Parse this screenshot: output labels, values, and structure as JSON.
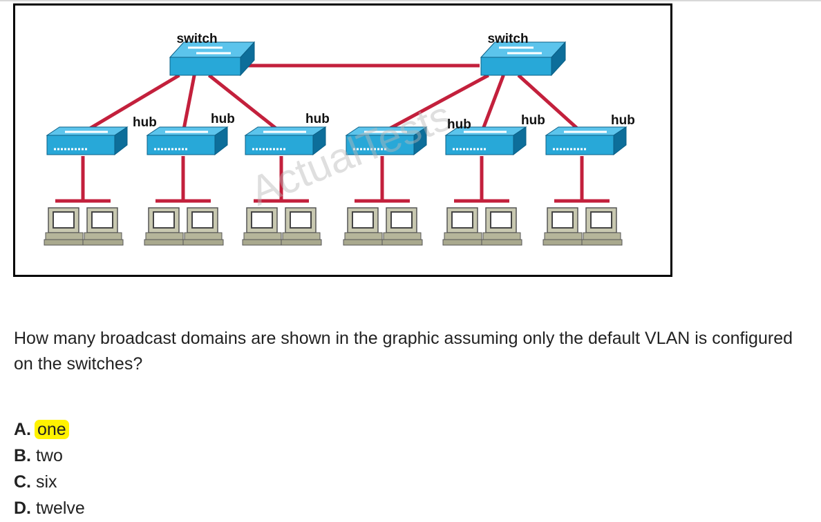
{
  "diagram": {
    "switch_label": "switch",
    "hub_label": "hub",
    "watermark": "ActualTests",
    "colors": {
      "link": "#c3203c",
      "device_face": "#28a8d8",
      "device_side": "#0d6e9a",
      "pc": "#c8c8b0"
    }
  },
  "question": {
    "text": "How many broadcast domains are shown in the graphic assuming only the default VLAN is configured on the switches?"
  },
  "answers": [
    {
      "letter": "A.",
      "text": "one",
      "highlighted": true
    },
    {
      "letter": "B.",
      "text": "two",
      "highlighted": false
    },
    {
      "letter": "C.",
      "text": "six",
      "highlighted": false
    },
    {
      "letter": "D.",
      "text": "twelve",
      "highlighted": false
    }
  ]
}
